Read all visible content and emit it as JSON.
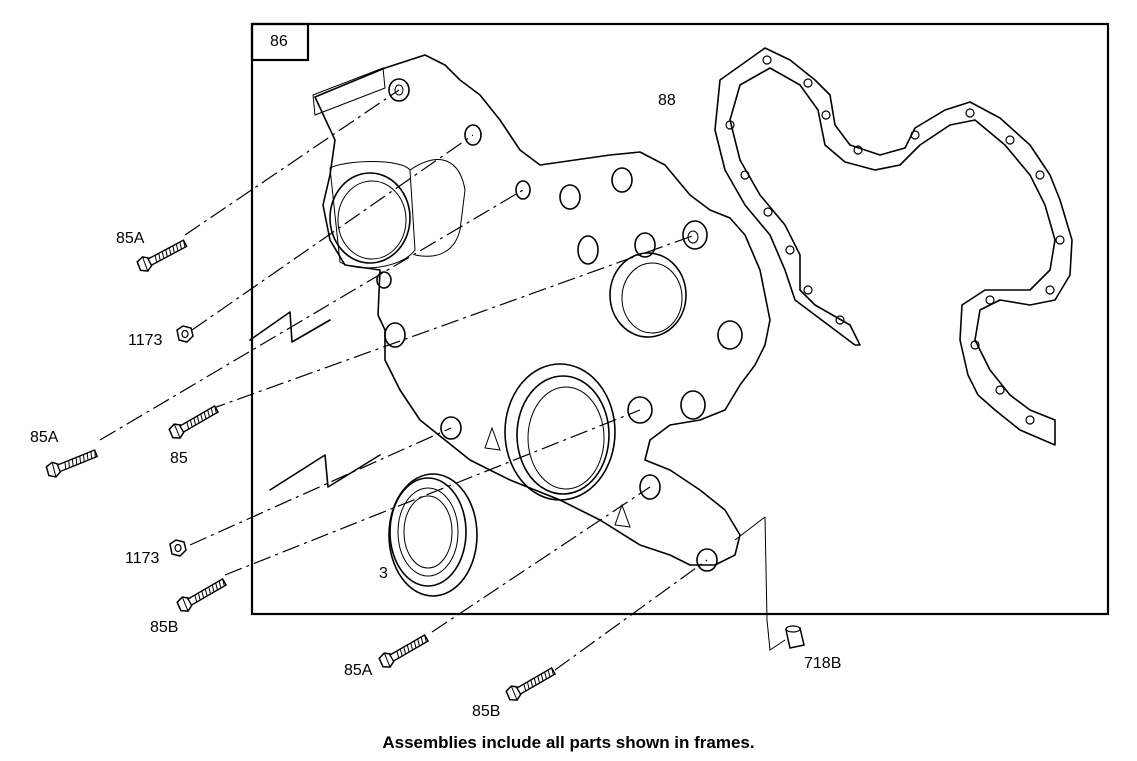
{
  "labels": {
    "frame_id": "86",
    "gasket": "88",
    "bolt_top_left": "85A",
    "nut_upper": "1173",
    "bolt_mid_left": "85A",
    "bolt_85": "85",
    "nut_lower": "1173",
    "bolt_85b_left": "85B",
    "seal": "3",
    "bolt_bottom_85a": "85A",
    "bolt_bottom_85b": "85B",
    "dowel": "718B"
  },
  "caption": "Assemblies include all parts shown in frames."
}
